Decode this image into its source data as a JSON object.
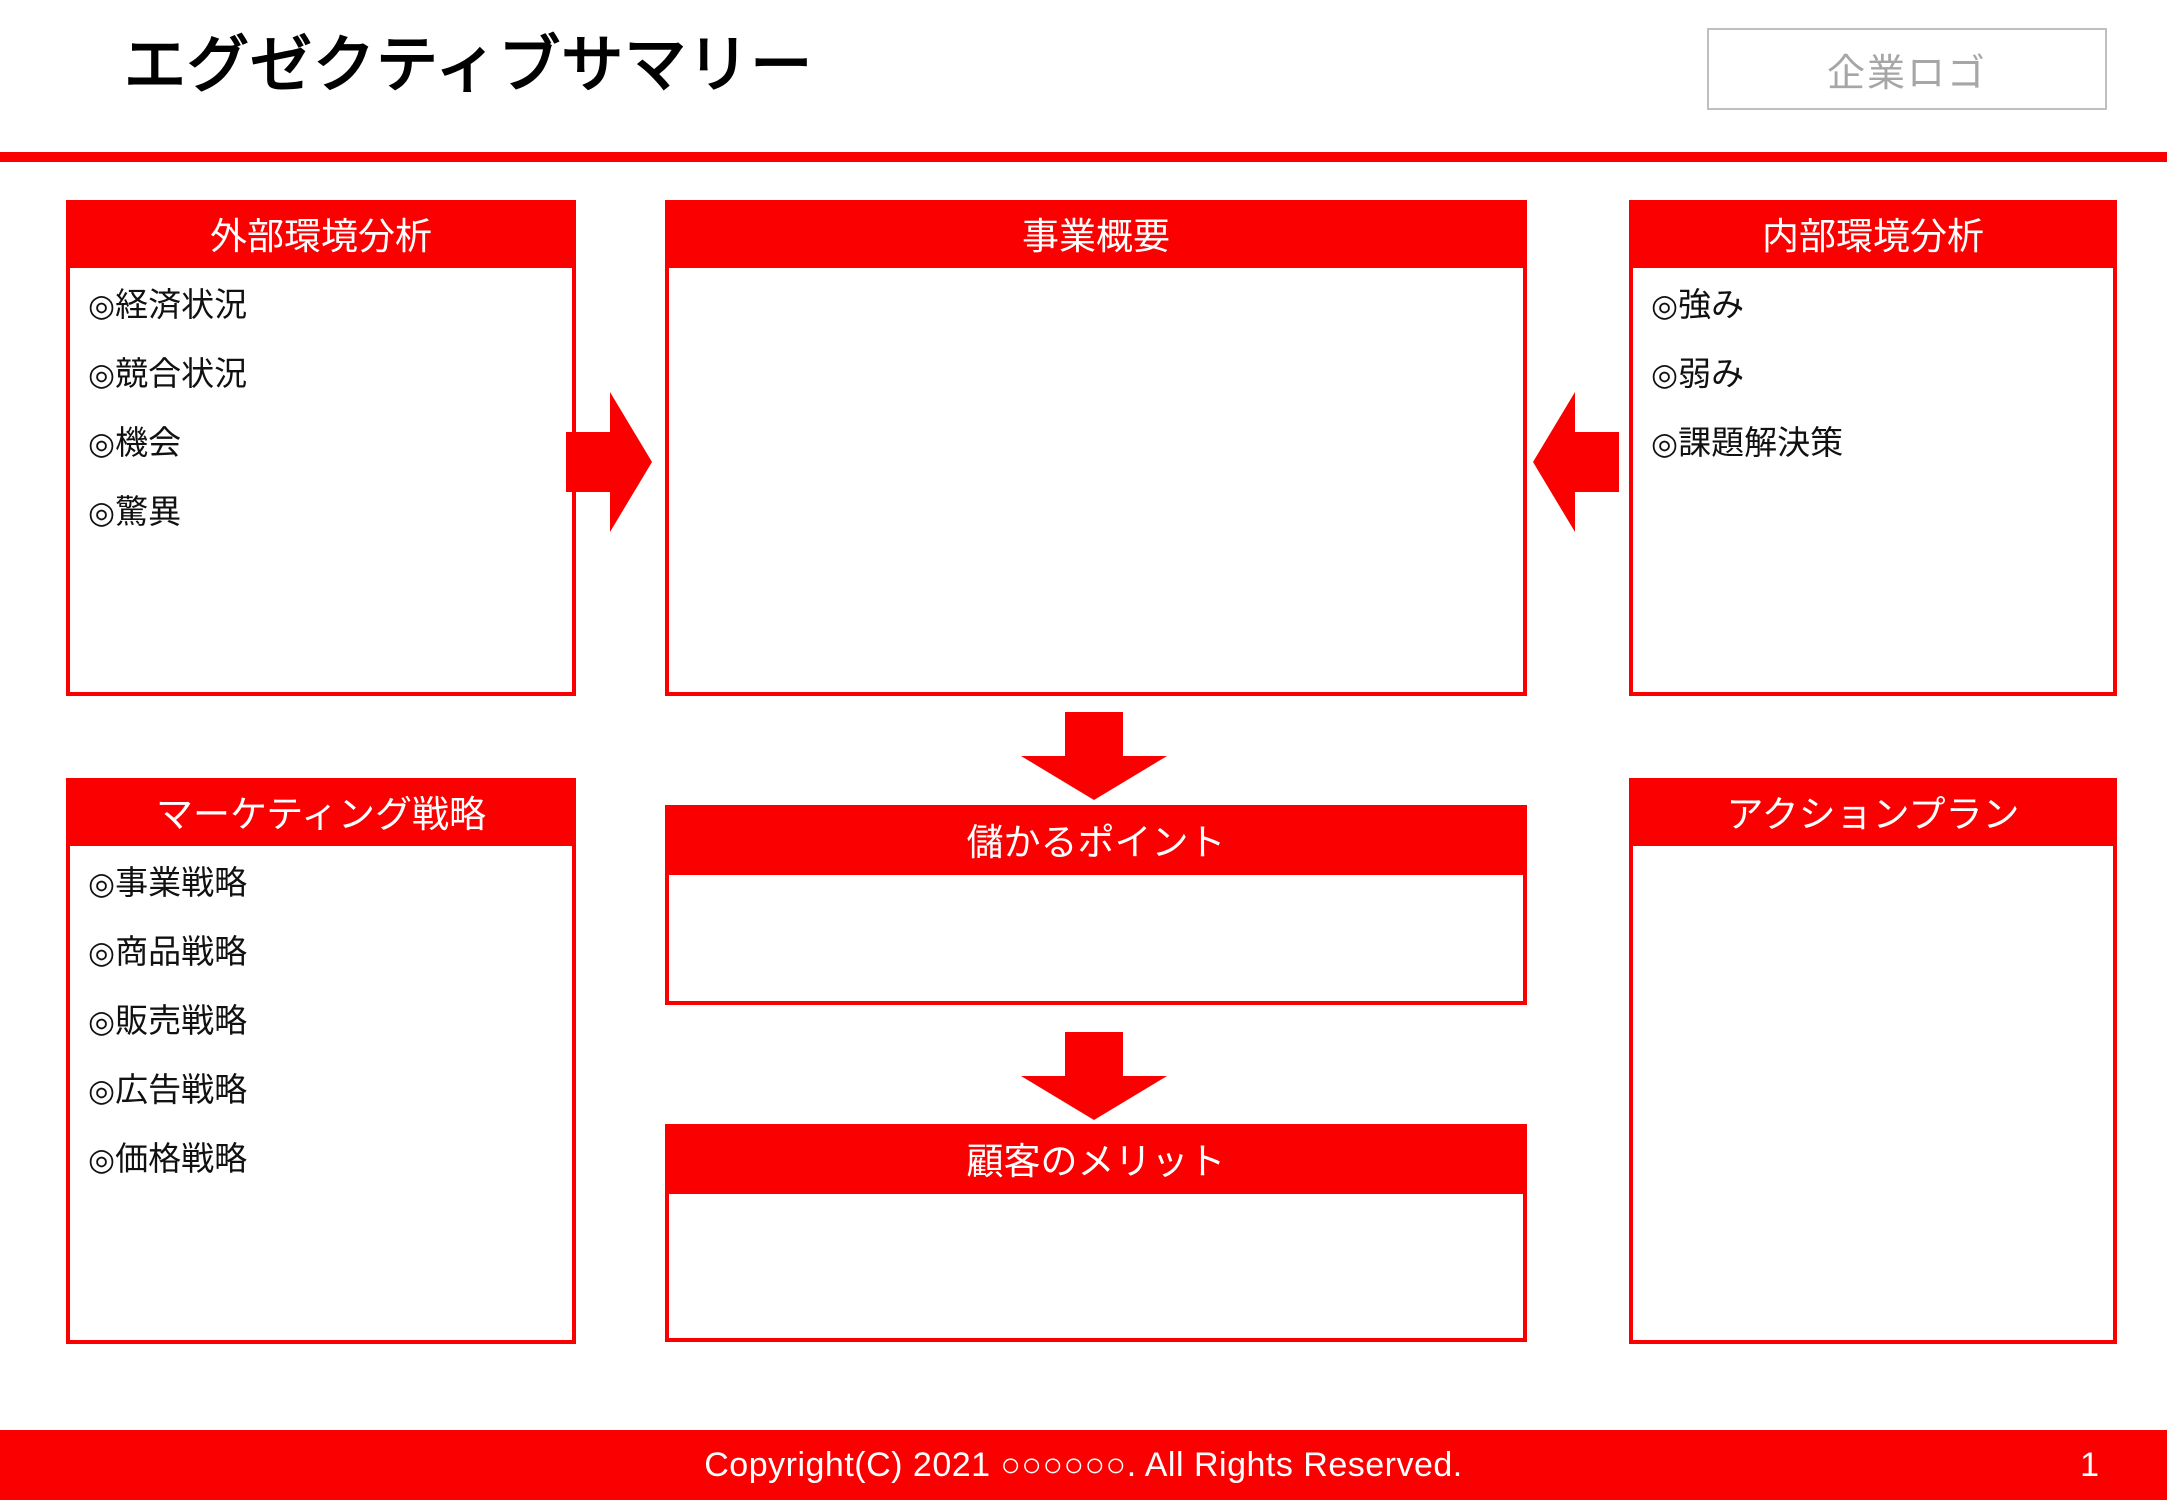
{
  "header": {
    "title": "エグゼクティブサマリー",
    "logo_placeholder": "企業ロゴ",
    "accent_color": "#FA0000",
    "title_color": "#000000",
    "logo_text_color": "#A6A6A6"
  },
  "panels": {
    "external": {
      "heading": "外部環境分析",
      "items": [
        {
          "mark": "◎",
          "label": "経済状況"
        },
        {
          "mark": "◎",
          "label": "競合状況"
        },
        {
          "mark": "◎",
          "label": "機会"
        },
        {
          "mark": "◎",
          "label": "驚異"
        }
      ]
    },
    "overview": {
      "heading": "事業概要",
      "items": []
    },
    "internal": {
      "heading": "内部環境分析",
      "items": [
        {
          "mark": "◎",
          "label": "強み"
        },
        {
          "mark": "◎",
          "label": "弱み"
        },
        {
          "mark": "◎",
          "label": "課題解決策"
        }
      ]
    },
    "marketing": {
      "heading": "マーケティング戦略",
      "items": [
        {
          "mark": "◎",
          "label": "事業戦略"
        },
        {
          "mark": "◎",
          "label": "商品戦略"
        },
        {
          "mark": "◎",
          "label": "販売戦略"
        },
        {
          "mark": "◎",
          "label": "広告戦略"
        },
        {
          "mark": "◎",
          "label": "価格戦略"
        }
      ]
    },
    "profit": {
      "heading": "儲かるポイント",
      "items": []
    },
    "benefit": {
      "heading": "顧客のメリット",
      "items": []
    },
    "action": {
      "heading": "アクションプラン",
      "items": []
    }
  },
  "arrows": [
    {
      "name": "arrow-right-icon",
      "direction": "right",
      "from": "external",
      "to": "overview"
    },
    {
      "name": "arrow-left-icon",
      "direction": "left",
      "from": "internal",
      "to": "overview"
    },
    {
      "name": "arrow-down-icon",
      "direction": "down",
      "from": "overview",
      "to": "profit"
    },
    {
      "name": "arrow-down-icon",
      "direction": "down",
      "from": "profit",
      "to": "benefit"
    }
  ],
  "footer": {
    "copyright": "Copyright(C) 2021 ○○○○○○. All Rights Reserved.",
    "page_number": "1",
    "background_color": "#FA0000",
    "text_color": "#FFFFFF"
  }
}
